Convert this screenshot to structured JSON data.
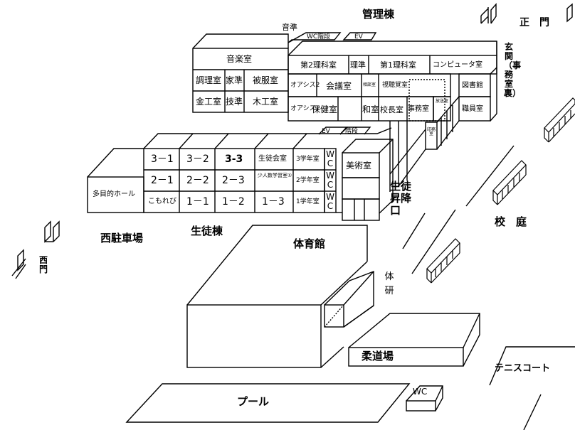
{
  "buildings": {
    "kanri": "管理棟",
    "seito": "生徒棟",
    "taiikukan": "体育館",
    "judojo": "柔道場",
    "pool": "プール",
    "tennis": "テニスコート",
    "wc_pool": "WC"
  },
  "areas": {
    "seimon": "正　門",
    "nishimon": "西門",
    "nishi_chusha": "西駐車場",
    "kotei": "校　庭",
    "genkan": "玄関（事務室裏）",
    "shoko": "生徒昇降口",
    "taiken": "体研"
  },
  "admin_rooms": {
    "onjun": "音準",
    "wc_kaidan": "WC階段",
    "ev": "EV",
    "ongakushitsu": "音楽室",
    "chorishitsu": "調理室",
    "kajun": "家準",
    "hifukushitsu": "被服室",
    "kinkoshitsu": "金工室",
    "gijun": "技準",
    "mokkoshitsu": "木工室",
    "dai2rika": "第2理科室",
    "rijun": "理準",
    "dai1rika": "第1理科室",
    "computer": "コンピュータ室",
    "oasis2": "オアシス2",
    "kaigishitsu": "会議室",
    "sodanshitsu": "相談室",
    "shichokaku": "視聴覚室",
    "toshokan": "図書館",
    "oasis1": "オアシス1",
    "hokenshitsu": "保健室",
    "washitsu": "和室",
    "kochoshitsu": "校長室",
    "jimushitsu": "事務室",
    "hososhitsu": "放送室",
    "insatsushitsu": "印務室",
    "shokuinshitsu": "職員室"
  },
  "student_rooms": {
    "ev": "EV",
    "kaidan": "階段",
    "row3": [
      "3－1",
      "3－2",
      "3-3",
      "生徒会室",
      "3学年室"
    ],
    "row2": [
      "2－1",
      "2－2",
      "2－3",
      "少人数学習室①",
      "2学年室"
    ],
    "row1": [
      "こもれび",
      "1－1",
      "1－2",
      "1－3",
      "1学年室"
    ],
    "wc": "WC",
    "tamokuteki": "多目的ホール",
    "bijutsushitsu": "美術室"
  }
}
